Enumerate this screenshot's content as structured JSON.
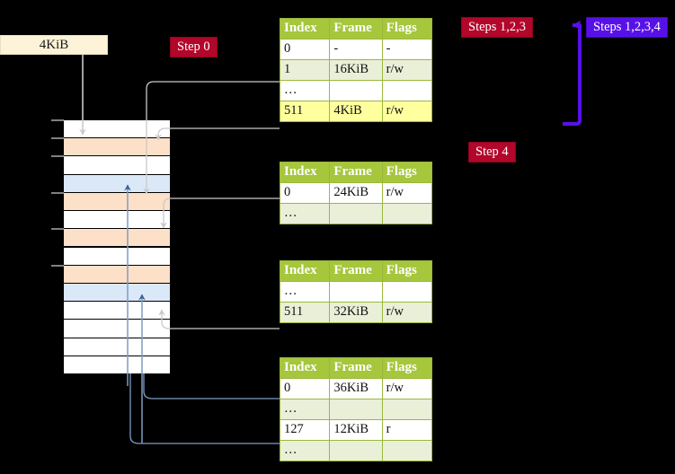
{
  "labels": {
    "memory_size": "4KiB",
    "step0": "Step 0",
    "steps123": "Steps 1,2,3",
    "steps1234": "Steps 1,2,3,4",
    "step4": "Step 4"
  },
  "colors": {
    "badge_red": "#b2062a",
    "badge_blue": "#5711e8",
    "table_header": "#a6c63c",
    "table_tint": "#eaefd8",
    "highlight": "#ffff9e",
    "grid_orange": "#fde0c8",
    "grid_blue": "#dae8f8",
    "connector_gray": "#b4b4b4",
    "connector_blue": "#7e9cc4",
    "bracket_blue": "#5711e8",
    "kib_box": "#fdf3d8"
  },
  "columns": [
    "Index",
    "Frame",
    "Flags"
  ],
  "tables": [
    {
      "name": "pml4-table",
      "rows": [
        {
          "index": "0",
          "frame": "-",
          "flags": "-",
          "tint": false,
          "highlight": false
        },
        {
          "index": "1",
          "frame": "16KiB",
          "flags": "r/w",
          "tint": true,
          "highlight": false
        },
        {
          "index": "…",
          "frame": "",
          "flags": "",
          "tint": false,
          "highlight": false
        },
        {
          "index": "511",
          "frame": "4KiB",
          "flags": "r/w",
          "tint": true,
          "highlight": true
        }
      ]
    },
    {
      "name": "pdp-table",
      "rows": [
        {
          "index": "0",
          "frame": "24KiB",
          "flags": "r/w",
          "tint": false,
          "highlight": false
        },
        {
          "index": "…",
          "frame": "",
          "flags": "",
          "tint": true,
          "highlight": false
        }
      ]
    },
    {
      "name": "pd-table",
      "rows": [
        {
          "index": "…",
          "frame": "",
          "flags": "",
          "tint": false,
          "highlight": false
        },
        {
          "index": "511",
          "frame": "32KiB",
          "flags": "r/w",
          "tint": true,
          "highlight": false
        }
      ]
    },
    {
      "name": "pt-table",
      "rows": [
        {
          "index": "0",
          "frame": "36KiB",
          "flags": "r/w",
          "tint": false,
          "highlight": false
        },
        {
          "index": "…",
          "frame": "",
          "flags": "",
          "tint": true,
          "highlight": false
        },
        {
          "index": "127",
          "frame": "12KiB",
          "flags": "r",
          "tint": false,
          "highlight": false
        },
        {
          "index": "…",
          "frame": "",
          "flags": "",
          "tint": true,
          "highlight": false
        }
      ]
    }
  ],
  "memory_grid": {
    "row_count": 14,
    "rows": [
      {
        "fill": "white"
      },
      {
        "fill": "orange"
      },
      {
        "fill": "white"
      },
      {
        "fill": "blue"
      },
      {
        "fill": "orange"
      },
      {
        "fill": "white"
      },
      {
        "fill": "orange"
      },
      {
        "fill": "white"
      },
      {
        "fill": "orange"
      },
      {
        "fill": "blue"
      },
      {
        "fill": "white"
      },
      {
        "fill": "white"
      },
      {
        "fill": "white"
      },
      {
        "fill": "white"
      }
    ],
    "ticks": [
      0,
      1,
      2,
      4,
      6,
      8
    ]
  }
}
